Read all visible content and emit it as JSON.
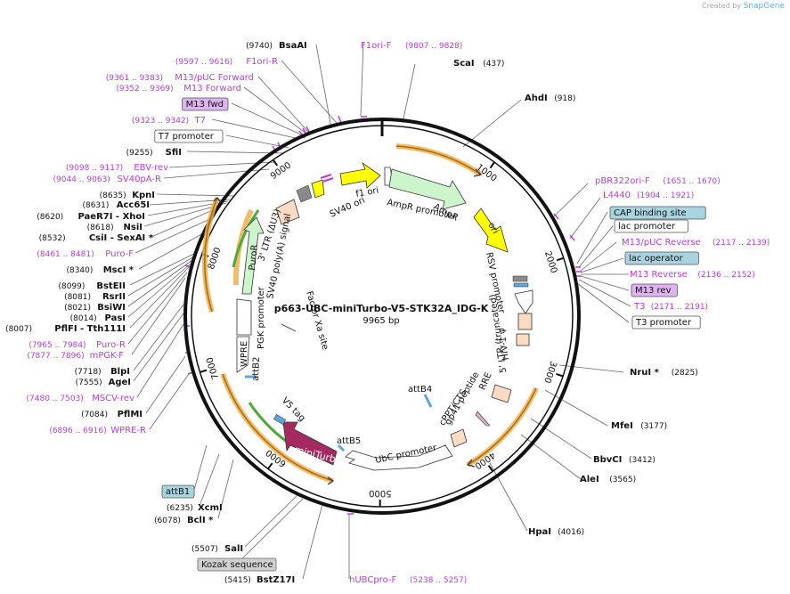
{
  "header": {
    "created_by": "Created by",
    "brand": "SnapGene"
  },
  "plasmid": {
    "name": "p663-UBC-miniTurbo-V5-STK32A_IDG-K",
    "size": "9965 bp",
    "length": 9965
  },
  "colors": {
    "enzyme": "#111111",
    "primer": "#b440d8",
    "feature_box": "#a8d4e0",
    "primer_box": "#ddb4f0"
  },
  "ticks": [
    "1000",
    "2000",
    "3000",
    "4000",
    "5000",
    "6000",
    "7000",
    "8000",
    "9000"
  ],
  "right_labels": [
    {
      "pos": "(437)",
      "name": "ScaI",
      "kind": "enzyme"
    },
    {
      "pos": "(918)",
      "name": "AhdI",
      "kind": "enzyme"
    },
    {
      "pos": "(1651 .. 1670)",
      "name": "pBR322ori-F",
      "kind": "primer"
    },
    {
      "pos": "(1904 .. 1921)",
      "name": "L4440",
      "kind": "primer"
    },
    {
      "pos": "",
      "name": "CAP binding site",
      "kind": "feature"
    },
    {
      "pos": "",
      "name": "lac promoter",
      "kind": "box"
    },
    {
      "pos": "(2117 .. 2139)",
      "name": "M13/pUC Reverse",
      "kind": "primer"
    },
    {
      "pos": "",
      "name": "lac operator",
      "kind": "feature"
    },
    {
      "pos": "(2136 .. 2152)",
      "name": "M13 Reverse",
      "kind": "primer"
    },
    {
      "pos": "",
      "name": "M13 rev",
      "kind": "primerbox"
    },
    {
      "pos": "(2171 .. 2191)",
      "name": "T3",
      "kind": "primer"
    },
    {
      "pos": "",
      "name": "T3 promoter",
      "kind": "box"
    },
    {
      "pos": "(2825)",
      "name": "NruI *",
      "kind": "enzyme"
    },
    {
      "pos": "(3177)",
      "name": "MfeI",
      "kind": "enzyme"
    },
    {
      "pos": "(3412)",
      "name": "BbvCI",
      "kind": "enzyme"
    },
    {
      "pos": "(3565)",
      "name": "AleI",
      "kind": "enzyme"
    },
    {
      "pos": "(4016)",
      "name": "HpaI",
      "kind": "enzyme"
    }
  ],
  "top_labels": [
    {
      "pos": "(9740)",
      "name": "BsaAI",
      "kind": "enzyme"
    },
    {
      "pos": "(9807 .. 9828)",
      "name": "F1ori-F",
      "kind": "primer"
    }
  ],
  "left_labels": [
    {
      "pos": "(9597 .. 9616)",
      "name": "F1ori-R",
      "kind": "primer"
    },
    {
      "pos": "(9361 .. 9383)",
      "name": "M13/pUC Forward",
      "kind": "primer"
    },
    {
      "pos": "(9352 .. 9369)",
      "name": "M13 Forward",
      "kind": "primer"
    },
    {
      "pos": "",
      "name": "M13 fwd",
      "kind": "primerbox"
    },
    {
      "pos": "(9323 .. 9342)",
      "name": "T7",
      "kind": "primer"
    },
    {
      "pos": "",
      "name": "T7 promoter",
      "kind": "box"
    },
    {
      "pos": "(9255)",
      "name": "SfiI",
      "kind": "enzyme"
    },
    {
      "pos": "(9098 .. 9117)",
      "name": "EBV-rev",
      "kind": "primer"
    },
    {
      "pos": "(9044 .. 9063)",
      "name": "SV40pA-R",
      "kind": "primer"
    },
    {
      "pos": "(8635)",
      "name": "KpnI",
      "kind": "enzyme"
    },
    {
      "pos": "(8631)",
      "name": "Acc65I",
      "kind": "enzyme"
    },
    {
      "pos": "(8620)",
      "name": "PaeR7I - XhoI",
      "kind": "enzyme"
    },
    {
      "pos": "(8618)",
      "name": "NsiI",
      "kind": "enzyme"
    },
    {
      "pos": "(8532)",
      "name": "CsiI - SexAI *",
      "kind": "enzyme"
    },
    {
      "pos": "(8461 .. 8481)",
      "name": "Puro-F",
      "kind": "primer"
    },
    {
      "pos": "(8340)",
      "name": "MscI *",
      "kind": "enzyme"
    },
    {
      "pos": "(8099)",
      "name": "BstEII",
      "kind": "enzyme"
    },
    {
      "pos": "(8081)",
      "name": "RsrII",
      "kind": "enzyme"
    },
    {
      "pos": "(8021)",
      "name": "BsiWI",
      "kind": "enzyme"
    },
    {
      "pos": "(8014)",
      "name": "PasI",
      "kind": "enzyme"
    },
    {
      "pos": "(8007)",
      "name": "PflFI - Tth111I",
      "kind": "enzyme"
    },
    {
      "pos": "(7965 .. 7984)",
      "name": "Puro-R",
      "kind": "primer"
    },
    {
      "pos": "(7877 .. 7896)",
      "name": "mPGK-F",
      "kind": "primer"
    },
    {
      "pos": "(7718)",
      "name": "BlpI",
      "kind": "enzyme"
    },
    {
      "pos": "(7555)",
      "name": "AgeI",
      "kind": "enzyme"
    },
    {
      "pos": "(7480 .. 7503)",
      "name": "MSCV-rev",
      "kind": "primer"
    },
    {
      "pos": "(7084)",
      "name": "PflMI",
      "kind": "enzyme"
    },
    {
      "pos": "(6896 .. 6916)",
      "name": "WPRE-R",
      "kind": "primer"
    }
  ],
  "bottom_labels": [
    {
      "pos": "",
      "name": "attB1",
      "kind": "feature"
    },
    {
      "pos": "(6235)",
      "name": "XcmI",
      "kind": "enzyme"
    },
    {
      "pos": "(6078)",
      "name": "BclI *",
      "kind": "enzyme"
    },
    {
      "pos": "(5507)",
      "name": "SalI",
      "kind": "enzyme"
    },
    {
      "pos": "",
      "name": "Kozak sequence",
      "kind": "graybox"
    },
    {
      "pos": "(5415)",
      "name": "BstZ17I",
      "kind": "enzyme"
    },
    {
      "pos": "(5238 .. 5257)",
      "name": "hUBCpro-F",
      "kind": "primer"
    }
  ],
  "features": {
    "f1_ori": "f1 ori",
    "ampr_promoter": "AmpR promoter",
    "ampr": "AmpR",
    "ori": "ori",
    "rsv_promoter": "RSV promoter",
    "ltr5": "5' LTR (truncated)",
    "hiv_psi": "HIV-1 ψ",
    "rre": "RRE",
    "gp41": "gp41 peptide",
    "cppt": "cPPT/CTS",
    "ubc_promoter": "UbC promoter",
    "attb5": "attB5",
    "attb4": "attB4",
    "miniturbo": "miniTurbo",
    "v5_tag": "V5 tag",
    "attb2": "attB2",
    "wpre": "WPRE",
    "pgk_promoter": "PGK promoter",
    "puror": "PuroR",
    "sv40_polya": "SV40 poly(A) signal",
    "ltr3": "3' LTR (ΔU3)",
    "sv40_ori": "SV40 ori",
    "factor_xa": "Factor Xa site"
  }
}
